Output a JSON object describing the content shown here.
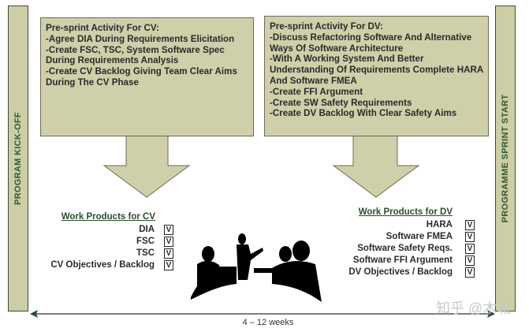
{
  "left_bar": {
    "label": "PROGRAM KICK-OFF"
  },
  "right_bar": {
    "label": "PROGRAMME SPRINT START"
  },
  "cv_box": {
    "lines": [
      "Pre-sprint Activity For CV:",
      "-Agree DIA During Requirements Elicitation",
      "-Create FSC, TSC, System Software Spec",
      "During Requirements Analysis",
      "-Create CV Backlog Giving Team Clear Aims",
      "During The CV Phase"
    ]
  },
  "dv_box": {
    "lines": [
      "Pre-sprint Activity For DV:",
      "-Discuss Refactoring Software  And Alternative",
      "Ways Of Software Architecture",
      "-With A Working System And Better",
      "Understanding Of Requirements Complete HARA",
      "And Software FMEA",
      "-Create FFI Argument",
      "-Create SW Safety Requirements",
      "-Create DV Backlog With Clear Safety Aims"
    ]
  },
  "cv_products": {
    "title": "Work Products for CV",
    "items": [
      "DIA",
      "FSC",
      "TSC",
      "CV Objectives /  Backlog"
    ]
  },
  "dv_products": {
    "title": "Work Products for DV",
    "items": [
      "HARA",
      "Software FMEA",
      "Software Safety Reqs.",
      "Software FFI Argument",
      "DV Objectives /  Backlog"
    ]
  },
  "check_glyph": "V",
  "duration": "4 – 12 weeks",
  "watermark": "知乎 @木城",
  "colors": {
    "box_fill": "#cfcfa9",
    "label_green": "#2f5a32"
  }
}
